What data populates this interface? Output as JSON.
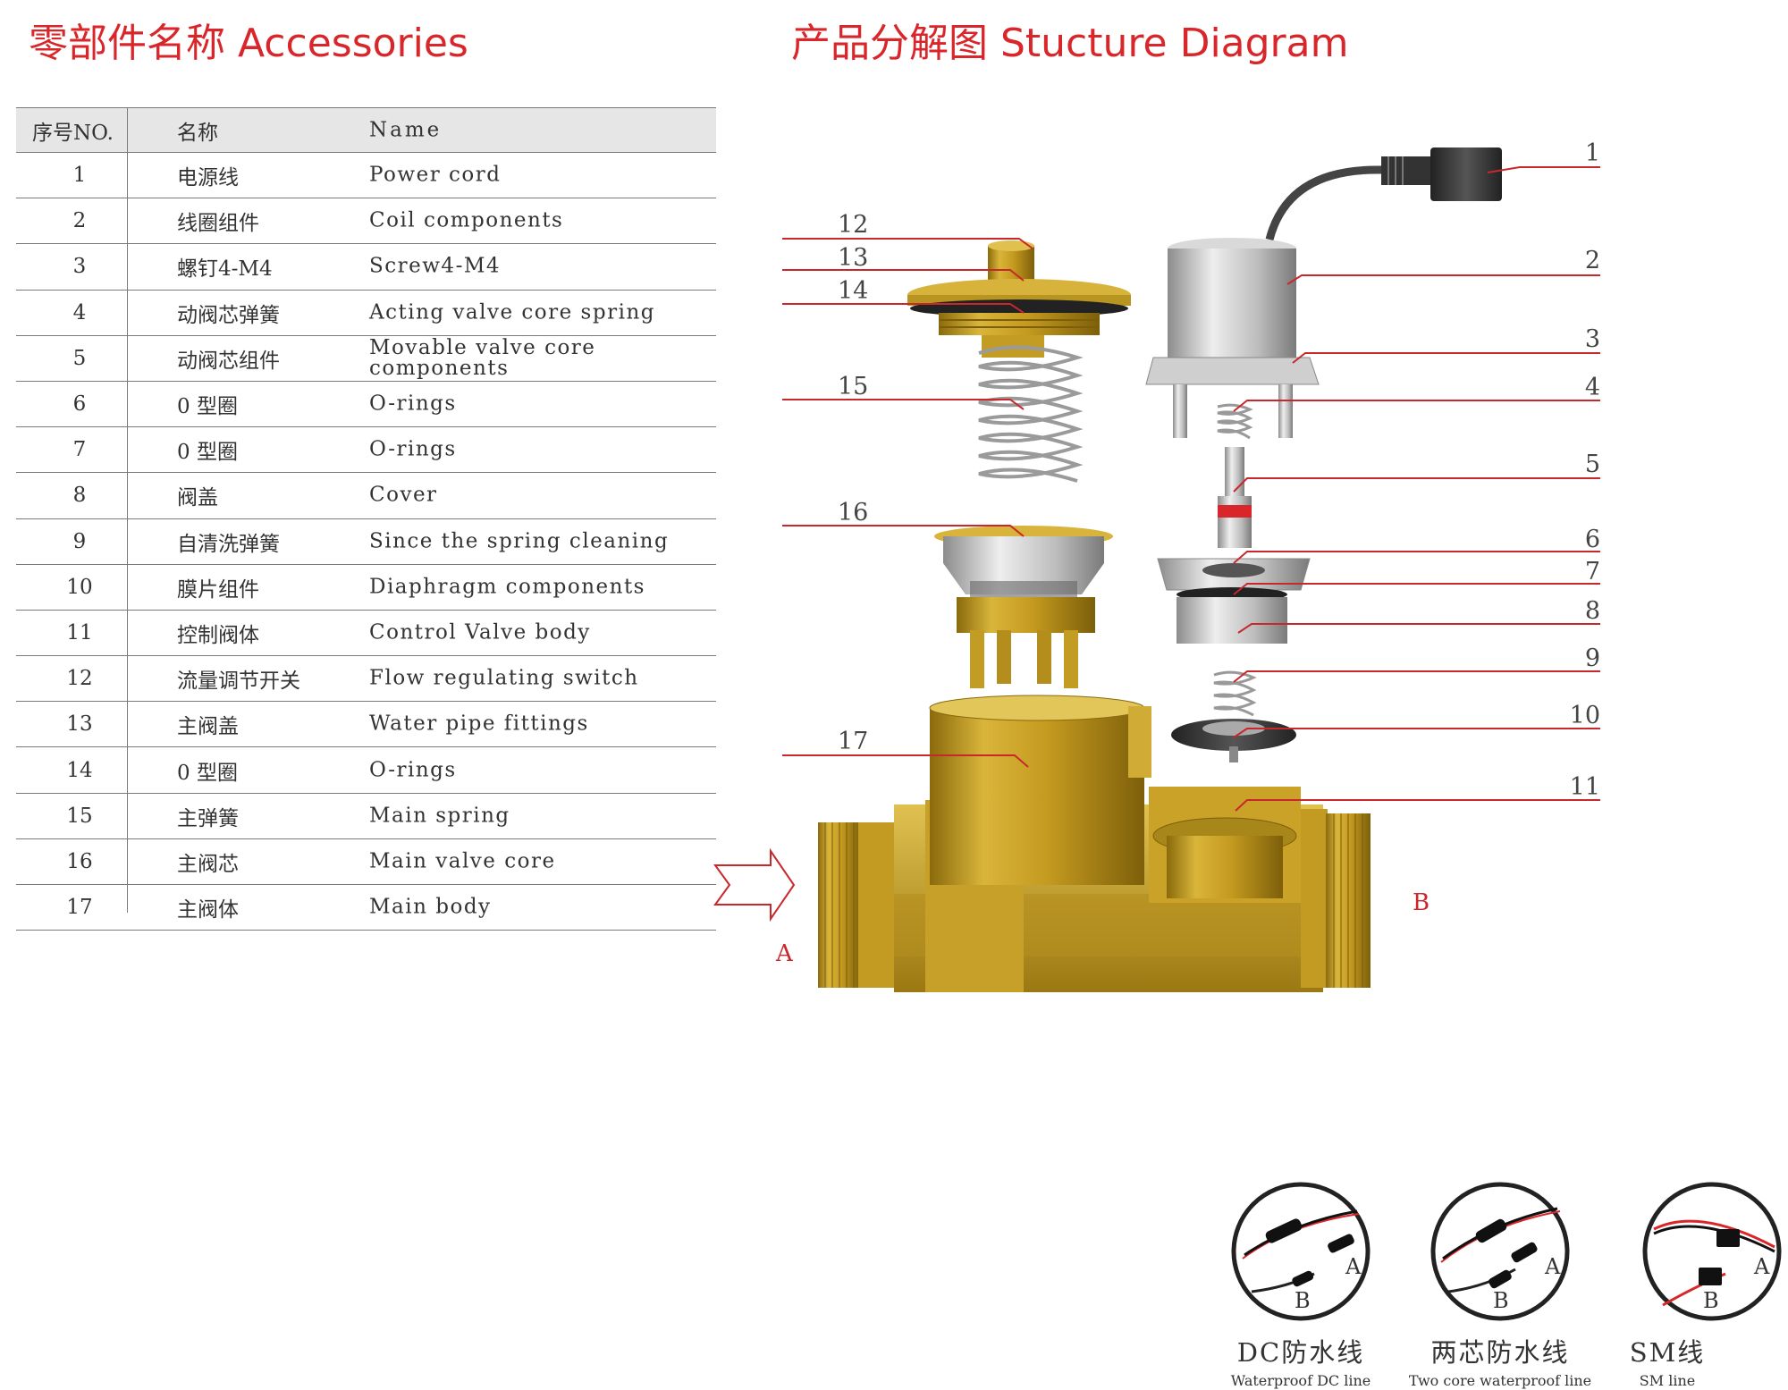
{
  "accessories_title": "零部件名称 Accessories",
  "diagram_title": "产品分解图 Stucture Diagram",
  "table": {
    "headers": {
      "no": "序号NO.",
      "cn": "名称",
      "en": "Name"
    },
    "rows": [
      {
        "no": "1",
        "cn": "电源线",
        "en": "Power cord"
      },
      {
        "no": "2",
        "cn": "线圈组件",
        "en": "Coil components"
      },
      {
        "no": "3",
        "cn": "螺钉4-M4",
        "en": "Screw4-M4"
      },
      {
        "no": "4",
        "cn": "动阀芯弹簧",
        "en": "Acting valve core spring"
      },
      {
        "no": "5",
        "cn": "动阀芯组件",
        "en": "Movable valve core components"
      },
      {
        "no": "6",
        "cn": "0 型圈",
        "en": "O-rings"
      },
      {
        "no": "7",
        "cn": "0 型圈",
        "en": "O-rings"
      },
      {
        "no": "8",
        "cn": "阀盖",
        "en": "Cover"
      },
      {
        "no": "9",
        "cn": "自清洗弹簧",
        "en": "Since the spring cleaning"
      },
      {
        "no": "10",
        "cn": "膜片组件",
        "en": "Diaphragm components"
      },
      {
        "no": "11",
        "cn": "控制阀体",
        "en": "Control Valve body"
      },
      {
        "no": "12",
        "cn": "流量调节开关",
        "en": "Flow regulating switch"
      },
      {
        "no": "13",
        "cn": "主阀盖",
        "en": "Water pipe fittings"
      },
      {
        "no": "14",
        "cn": "0 型圈",
        "en": "O-rings"
      },
      {
        "no": "15",
        "cn": "主弹簧",
        "en": "Main spring"
      },
      {
        "no": "16",
        "cn": "主阀芯",
        "en": "Main valve core"
      },
      {
        "no": "17",
        "cn": "主阀体",
        "en": "Main body"
      }
    ]
  },
  "callouts": {
    "n1": "1",
    "n2": "2",
    "n3": "3",
    "n4": "4",
    "n5": "5",
    "n6": "6",
    "n7": "7",
    "n8": "8",
    "n9": "9",
    "n10": "10",
    "n11": "11",
    "n12": "12",
    "n13": "13",
    "n14": "14",
    "n15": "15",
    "n16": "16",
    "n17": "17"
  },
  "flow": {
    "inlet": "A",
    "outlet": "B"
  },
  "connectors": [
    {
      "cn": "DC防水线",
      "en": "Waterproof DC line",
      "a": "A",
      "b": "B"
    },
    {
      "cn": "两芯防水线",
      "en": "Two core waterproof line",
      "a": "A",
      "b": "B"
    },
    {
      "cn": "SM线",
      "en": "SM line",
      "a": "A",
      "b": "B"
    }
  ],
  "colors": {
    "accent_red": "#d8262a",
    "brass": "#c9a227",
    "callout_line": "#c8282c"
  }
}
